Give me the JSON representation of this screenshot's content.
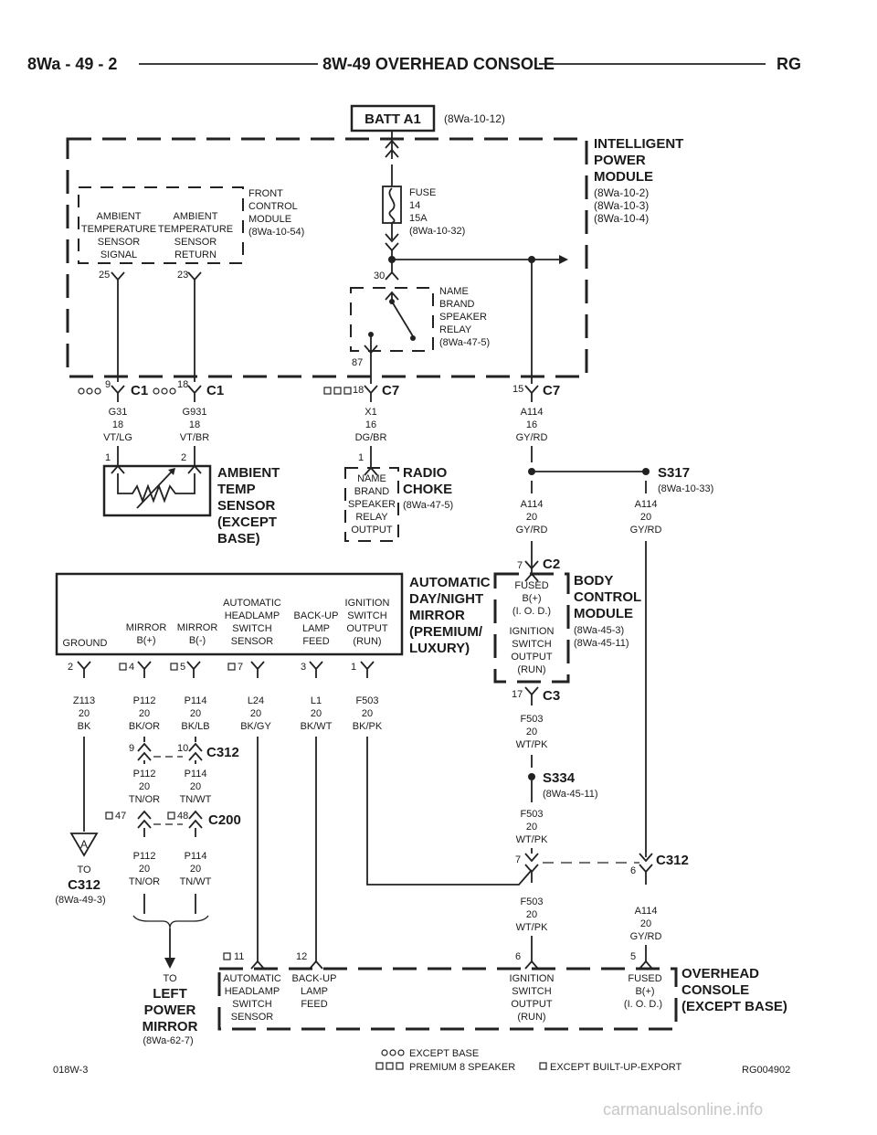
{
  "header": {
    "page_code": "8Wa - 49 - 2",
    "title": "8W-49 OVERHEAD CONSOLE",
    "model": "RG"
  },
  "batt": {
    "label": "BATT A1",
    "ref": "(8Wa-10-12)"
  },
  "ipm": {
    "title": [
      "INTELLIGENT",
      "POWER",
      "MODULE"
    ],
    "refs": [
      "(8Wa-10-2)",
      "(8Wa-10-3)",
      "(8Wa-10-4)"
    ]
  },
  "fcm": {
    "title": [
      "FRONT",
      "CONTROL",
      "MODULE",
      "(8Wa-10-54)"
    ],
    "signal": [
      "AMBIENT",
      "TEMPERATURE",
      "SENSOR",
      "SIGNAL"
    ],
    "return": [
      "AMBIENT",
      "TEMPERATURE",
      "SENSOR",
      "RETURN"
    ],
    "pin_signal": "25",
    "pin_return": "23"
  },
  "fuse": {
    "lines": [
      "FUSE",
      "14",
      "15A",
      "(8Wa-10-32)"
    ]
  },
  "relay": {
    "lines": [
      "NAME",
      "BRAND",
      "SPEAKER",
      "RELAY",
      "(8Wa-47-5)"
    ],
    "pin_in": "30",
    "pin_out": "87"
  },
  "c1a": {
    "pin": "9",
    "label": "C1",
    "wire": [
      "G31",
      "18",
      "VT/LG"
    ]
  },
  "c1b": {
    "pin": "18",
    "label": "C1",
    "wire": [
      "G931",
      "18",
      "VT/BR"
    ]
  },
  "c7a": {
    "pin": "18",
    "label": "C7",
    "wire": [
      "X1",
      "16",
      "DG/BR"
    ]
  },
  "c7b": {
    "pin": "15",
    "label": "C7",
    "wire": [
      "A114",
      "16",
      "GY/RD"
    ]
  },
  "ambient_sensor": {
    "pin1": "1",
    "pin2": "2",
    "title": [
      "AMBIENT",
      "TEMP",
      "SENSOR",
      "(EXCEPT",
      "BASE)"
    ]
  },
  "radio_choke": {
    "pin": "1",
    "box": [
      "NAME",
      "BRAND",
      "SPEAKER",
      "RELAY",
      "OUTPUT"
    ],
    "title": [
      "RADIO",
      "CHOKE"
    ],
    "ref": "(8Wa-47-5)"
  },
  "s317": {
    "label": "S317",
    "ref": "(8Wa-10-33)",
    "wire_left": [
      "A114",
      "20",
      "GY/RD"
    ],
    "wire_right": [
      "A114",
      "20",
      "GY/RD"
    ]
  },
  "mirror": {
    "title": [
      "AUTOMATIC",
      "DAY/NIGHT",
      "MIRROR",
      "(PREMIUM/",
      "LUXURY)"
    ],
    "pins": [
      {
        "name": [
          "GROUND"
        ],
        "pin": "2",
        "wire": [
          "Z113",
          "20",
          "BK"
        ]
      },
      {
        "name": [
          "MIRROR",
          "B(+)"
        ],
        "pin": "4",
        "wire": [
          "P112",
          "20",
          "BK/OR"
        ]
      },
      {
        "name": [
          "MIRROR",
          "B(-)"
        ],
        "pin": "5",
        "wire": [
          "P114",
          "20",
          "BK/LB"
        ]
      },
      {
        "name": [
          "AUTOMATIC",
          "HEADLAMP",
          "SWITCH",
          "SENSOR"
        ],
        "pin": "7",
        "wire": [
          "L24",
          "20",
          "BK/GY"
        ]
      },
      {
        "name": [
          "BACK-UP",
          "LAMP",
          "FEED"
        ],
        "pin": "3",
        "wire": [
          "L1",
          "20",
          "BK/WT"
        ]
      },
      {
        "name": [
          "IGNITION",
          "SWITCH",
          "OUTPUT",
          "(RUN)"
        ],
        "pin": "1",
        "wire": [
          "F503",
          "20",
          "BK/PK"
        ]
      }
    ]
  },
  "c312a": {
    "label": "C312",
    "pin_a": "9",
    "pin_b": "10",
    "wire_a": [
      "P112",
      "20",
      "TN/OR"
    ],
    "wire_b": [
      "P114",
      "20",
      "TN/WT"
    ]
  },
  "c200": {
    "label": "C200",
    "pin_a": "47",
    "pin_b": "48",
    "wire_a": [
      "P112",
      "20",
      "TN/OR"
    ],
    "wire_b": [
      "P114",
      "20",
      "TN/WT"
    ]
  },
  "to_c312": {
    "letter": "A",
    "to": "TO",
    "conn": "C312",
    "ref": "(8Wa-49-3)"
  },
  "to_mirror": {
    "to": "TO",
    "name": [
      "LEFT",
      "POWER",
      "MIRROR"
    ],
    "ref": "(8Wa-62-7)"
  },
  "bcm": {
    "title": [
      "BODY",
      "CONTROL",
      "MODULE"
    ],
    "refs": [
      "(8Wa-45-3)",
      "(8Wa-45-11)"
    ],
    "c2_pin": "7",
    "c2": "C2",
    "fused": [
      "FUSED",
      "B(+)",
      "(I. O. D.)"
    ],
    "ign": [
      "IGNITION",
      "SWITCH",
      "OUTPUT",
      "(RUN)"
    ],
    "c3_pin": "17",
    "c3": "C3",
    "wire_out": [
      "F503",
      "20",
      "WT/PK"
    ]
  },
  "s334": {
    "label": "S334",
    "ref": "(8Wa-45-11)",
    "wire": [
      "F503",
      "20",
      "WT/PK"
    ]
  },
  "c312b": {
    "label": "C312",
    "pin_a": "7",
    "pin_b": "6",
    "wire_a": [
      "F503",
      "20",
      "WT/PK"
    ],
    "wire_b": [
      "A114",
      "20",
      "GY/RD"
    ]
  },
  "console": {
    "title": [
      "OVERHEAD",
      "CONSOLE",
      "(EXCEPT BASE)"
    ],
    "pins": [
      {
        "pin": "11",
        "name": [
          "AUTOMATIC",
          "HEADLAMP",
          "SWITCH",
          "SENSOR"
        ]
      },
      {
        "pin": "12",
        "name": [
          "BACK-UP",
          "LAMP",
          "FEED"
        ]
      },
      {
        "pin": "6",
        "name": [
          "IGNITION",
          "SWITCH",
          "OUTPUT",
          "(RUN)"
        ]
      },
      {
        "pin": "5",
        "name": [
          "FUSED",
          "B(+)",
          "(I. O. D.)"
        ]
      }
    ]
  },
  "legend": {
    "except_base": "EXCEPT BASE",
    "premium": "PREMIUM 8 SPEAKER",
    "export": "EXCEPT BUILT-UP-EXPORT"
  },
  "footer": {
    "left": "018W-3",
    "right": "RG004902"
  },
  "watermark": "carmanualsonline.info"
}
